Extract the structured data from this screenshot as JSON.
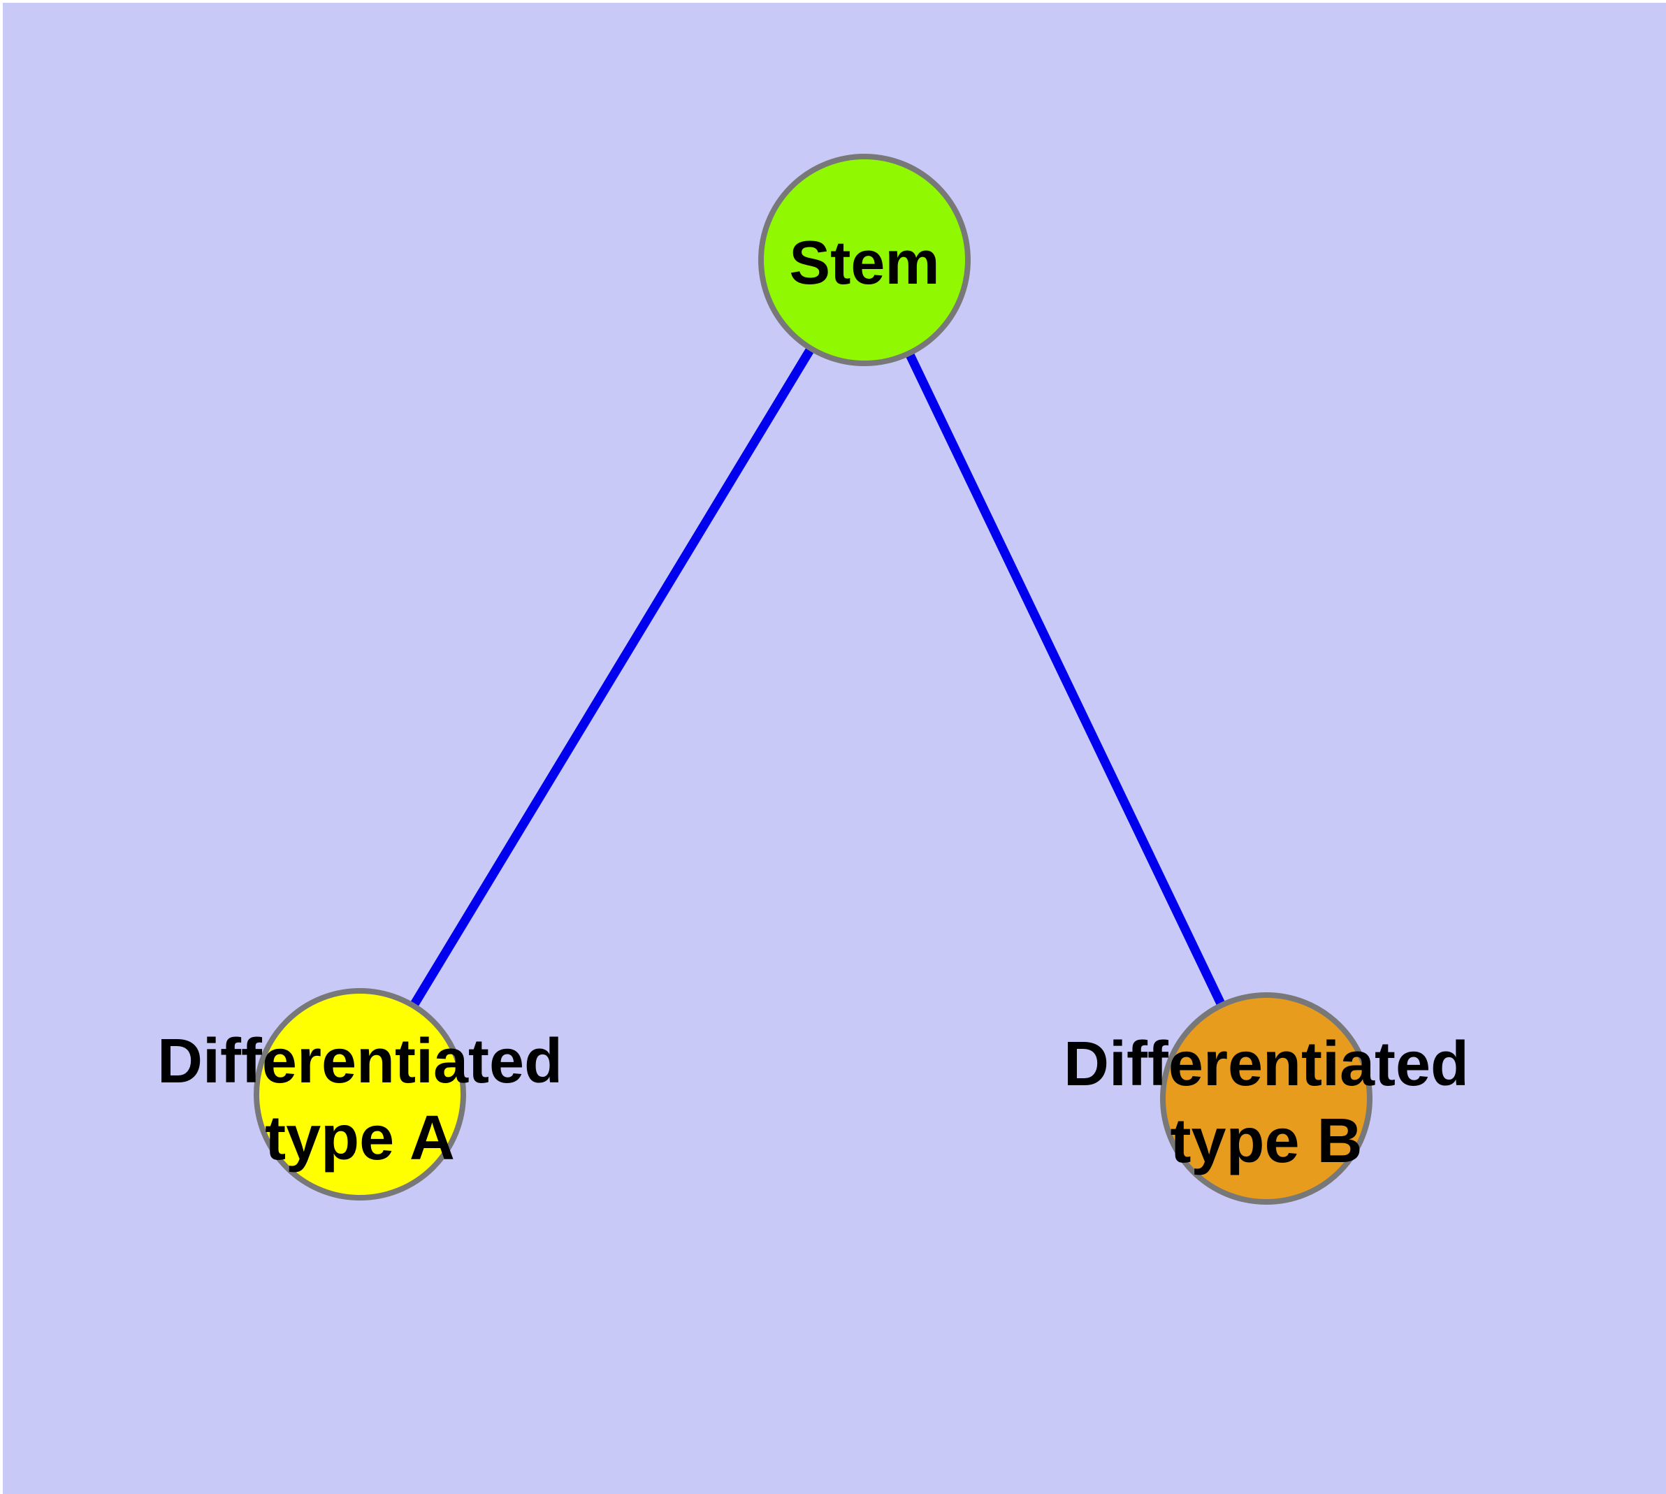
{
  "diagram": {
    "type": "node-link-graph",
    "background_color": "#C9C9F8",
    "frame_color": "#FFFFFF",
    "edge_color": "#0000EE",
    "node_border_color": "#787878",
    "nodes": [
      {
        "id": "stem",
        "label": "Stem",
        "fill": "#90F800"
      },
      {
        "id": "differentiated-type-a",
        "label": "Differentiated type A",
        "label_lines": [
          "Differentiated",
          "type A"
        ],
        "fill": "#FFFF00"
      },
      {
        "id": "differentiated-type-b",
        "label": "Differentiated type B",
        "label_lines": [
          "Differentiated",
          "type B"
        ],
        "fill": "#E89C1E"
      }
    ],
    "edges": [
      {
        "from": "stem",
        "to": "differentiated-type-a"
      },
      {
        "from": "stem",
        "to": "differentiated-type-b"
      }
    ]
  }
}
